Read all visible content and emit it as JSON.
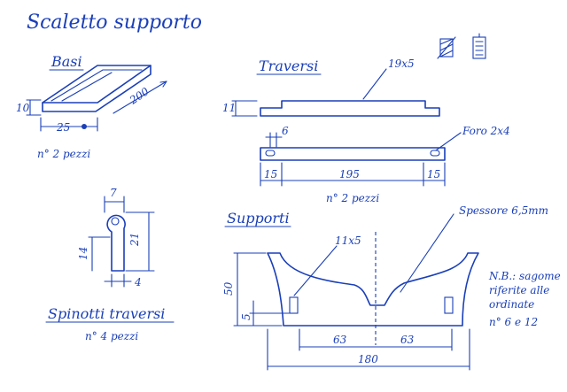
{
  "title": "Scaletto supporto",
  "basi": {
    "heading": "Basi",
    "dim_height": "10",
    "dim_width": "25",
    "dim_length": "200",
    "count": "n° 2 pezzi"
  },
  "traversi": {
    "heading": "Traversi",
    "section": "19x5",
    "dim_height": "11",
    "dim_hole_offset": "6",
    "hole_label": "Foro 2x4",
    "dim_left": "15",
    "dim_mid": "195",
    "dim_right": "15",
    "count": "n° 2 pezzi"
  },
  "spinotti": {
    "heading": "Spinotti traversi",
    "dim_top": "7",
    "dim_total": "21",
    "dim_stem": "14",
    "dim_thick": "4",
    "count": "n° 4 pezzi"
  },
  "supporti": {
    "heading": "Supporti",
    "thickness": "Spessore 6,5mm",
    "slot": "11x5",
    "dim_height": "50",
    "dim_slot_height": "5",
    "dim_half_left": "63",
    "dim_half_right": "63",
    "dim_total": "180",
    "note_line1": "N.B.: sagome",
    "note_line2": "riferite alle",
    "note_line3": "ordinate",
    "note_line4": "n° 6 e 12"
  },
  "colors": {
    "ink": "#1a3fb8",
    "paper": "#ffffff"
  }
}
